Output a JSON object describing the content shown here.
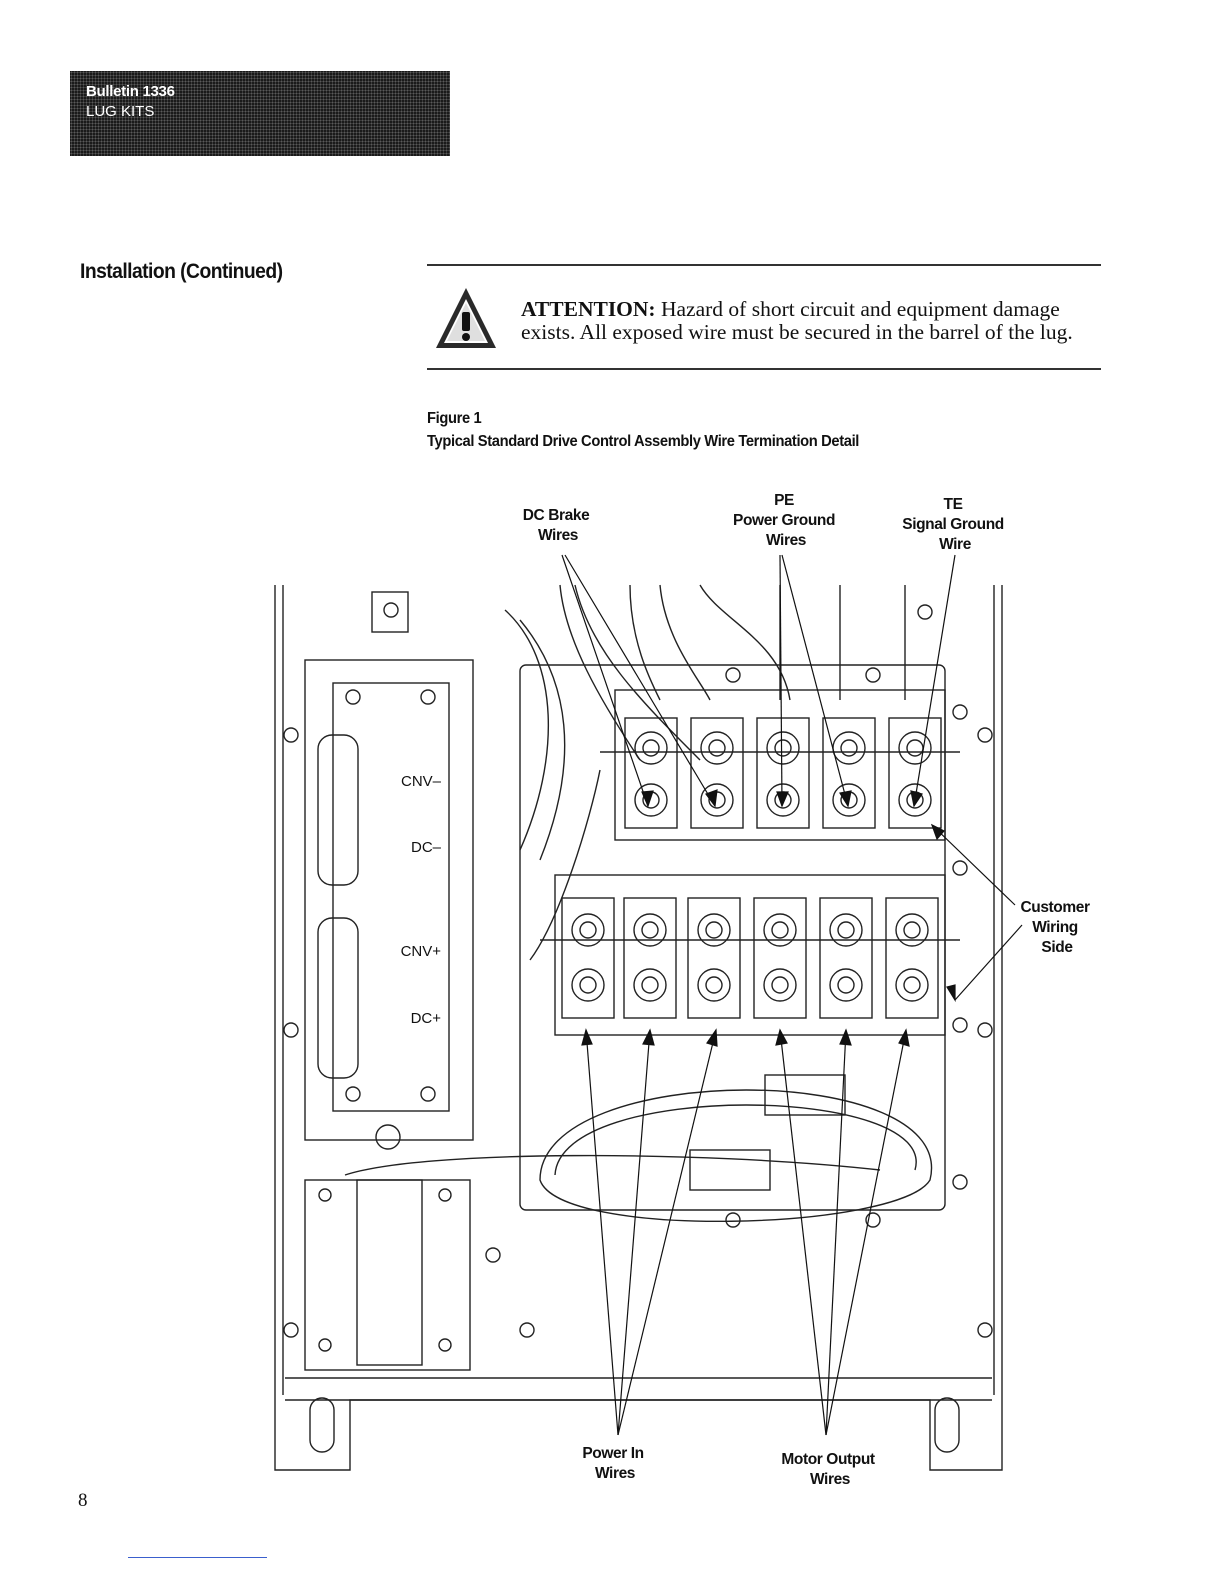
{
  "header": {
    "bulletin": "Bulletin 1336",
    "product": "LUG KITS"
  },
  "section": {
    "title": "Installation (Continued)"
  },
  "attention": {
    "icon": "warning-triangle-icon",
    "lead": "ATTENTION:",
    "text": " Hazard of short circuit and equipment damage exists. All exposed wire must be secured in the barrel of the lug."
  },
  "figure": {
    "number": "Figure 1",
    "title": "Typical Standard Drive Control Assembly Wire Termination Detail",
    "callouts": {
      "dc_brake": [
        "DC Brake",
        "Wires"
      ],
      "pe": [
        "PE",
        "Power Ground",
        "Wires"
      ],
      "te": [
        "TE",
        "Signal Ground",
        "Wire"
      ],
      "customer": [
        "Customer",
        "Wiring",
        "Side"
      ],
      "power_in": [
        "Power In",
        "Wires"
      ],
      "motor_output": [
        "Motor Output",
        "Wires"
      ]
    },
    "terminals": {
      "cnv_minus": "CNV–",
      "dc_minus": "DC–",
      "cnv_plus": "CNV+",
      "dc_plus": "DC+"
    }
  },
  "footer": {
    "page_number": "8"
  }
}
